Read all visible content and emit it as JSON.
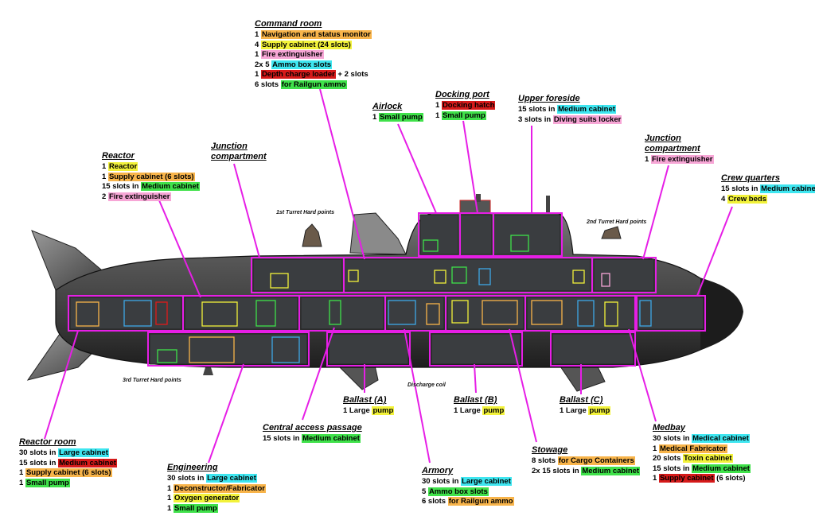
{
  "colors": {
    "leader": "#e61ee6",
    "hull_dark": "#2e2e2e",
    "hull_light": "#6a6a6a",
    "hl_orange": "#f8b44a",
    "hl_yellow": "#f2f23a",
    "hl_pink": "#f7a6d6",
    "hl_cyan": "#3ee6f0",
    "hl_red": "#d61a1a",
    "hl_green": "#3fe14a"
  },
  "labels": [
    {
      "id": "command-room",
      "title": "Command room",
      "lines": [
        {
          "pre": "1 ",
          "hl": "Navigation and status monitor",
          "color": "orange",
          "post": ""
        },
        {
          "pre": "4 ",
          "hl": "Supply cabinet (24 slots)",
          "color": "yellow",
          "post": ""
        },
        {
          "pre": "1 ",
          "hl": "Fire extinguisher",
          "color": "pink",
          "post": ""
        },
        {
          "pre": "2x 5 ",
          "hl": "Ammo box slots",
          "color": "cyan",
          "post": ""
        },
        {
          "pre": "1 ",
          "hl": "Depth charge loader",
          "color": "red",
          "post": " + 2 slots"
        },
        {
          "pre": "6 slots ",
          "hl": "for Railgun ammo",
          "color": "green",
          "post": ""
        }
      ]
    },
    {
      "id": "docking-port",
      "title": "Docking port",
      "lines": [
        {
          "pre": "1 ",
          "hl": "Docking hatch",
          "color": "red",
          "post": ""
        },
        {
          "pre": "1 ",
          "hl": "Small pump",
          "color": "green",
          "post": ""
        }
      ]
    },
    {
      "id": "airlock",
      "title": "Airlock",
      "lines": [
        {
          "pre": "1 ",
          "hl": "Small pump",
          "color": "green",
          "post": ""
        }
      ]
    },
    {
      "id": "upper-foreside",
      "title": "Upper foreside",
      "lines": [
        {
          "pre": "15 slots in ",
          "hl": "Medium cabinet",
          "color": "cyan",
          "post": ""
        },
        {
          "pre": "3 slots in ",
          "hl": "Diving suits locker",
          "color": "pink",
          "post": ""
        }
      ]
    },
    {
      "id": "junction-compartment-right",
      "title": "Junction compartment",
      "title_lines": [
        "Junction",
        "compartment"
      ],
      "lines": [
        {
          "pre": "1 ",
          "hl": "Fire extinguisher",
          "color": "pink",
          "post": ""
        }
      ]
    },
    {
      "id": "crew-quarters",
      "title": "Crew quarters",
      "lines": [
        {
          "pre": "15 slots in ",
          "hl": "Medium cabinet",
          "color": "cyan",
          "post": ""
        },
        {
          "pre": "4 ",
          "hl": "Crew beds",
          "color": "yellow",
          "post": ""
        }
      ]
    },
    {
      "id": "reactor",
      "title": "Reactor",
      "lines": [
        {
          "pre": "1 ",
          "hl": "Reactor",
          "color": "yellow",
          "post": ""
        },
        {
          "pre": "1 ",
          "hl": "Supply cabinet (6 slots)",
          "color": "orange",
          "post": ""
        },
        {
          "pre": "15 slots in ",
          "hl": "Medium cabinet",
          "color": "green",
          "post": ""
        },
        {
          "pre": "2 ",
          "hl": "Fire extinguisher",
          "color": "pink",
          "post": ""
        }
      ]
    },
    {
      "id": "junction-compartment-left",
      "title": "Junction compartment",
      "title_lines": [
        "Junction",
        "compartment"
      ],
      "lines": []
    },
    {
      "id": "reactor-room",
      "title": "Reactor room",
      "lines": [
        {
          "pre": "30 slots in ",
          "hl": "Large cabinet",
          "color": "cyan",
          "post": ""
        },
        {
          "pre": "15 slots in ",
          "hl": "Medium cabinet",
          "color": "red",
          "post": ""
        },
        {
          "pre": "1 ",
          "hl": "Supply cabinet (6 slots)",
          "color": "orange",
          "post": ""
        },
        {
          "pre": "1 ",
          "hl": "Small pump",
          "color": "green",
          "post": ""
        }
      ]
    },
    {
      "id": "engineering",
      "title": "Engineering",
      "lines": [
        {
          "pre": "30 slots in ",
          "hl": "Large cabinet",
          "color": "cyan",
          "post": ""
        },
        {
          "pre": "1 ",
          "hl": "Deconstructor/Fabricator",
          "color": "orange",
          "post": ""
        },
        {
          "pre": "1 ",
          "hl": "Oxygen generator",
          "color": "yellow",
          "post": ""
        },
        {
          "pre": "1 ",
          "hl": "Small pump",
          "color": "green",
          "post": ""
        }
      ]
    },
    {
      "id": "central-access-passage",
      "title": "Central access passage",
      "lines": [
        {
          "pre": "15 slots in ",
          "hl": "Medium cabinet",
          "color": "green",
          "post": ""
        }
      ]
    },
    {
      "id": "ballast-a",
      "title": "Ballast (A)",
      "lines": [
        {
          "pre": "1 Large ",
          "hl": "pump",
          "color": "yellow",
          "post": ""
        }
      ]
    },
    {
      "id": "ballast-b",
      "title": "Ballast (B)",
      "lines": [
        {
          "pre": "1 Large ",
          "hl": "pump",
          "color": "yellow",
          "post": ""
        }
      ]
    },
    {
      "id": "ballast-c",
      "title": "Ballast (C)",
      "lines": [
        {
          "pre": "1 Large ",
          "hl": "pump",
          "color": "yellow",
          "post": ""
        }
      ]
    },
    {
      "id": "armory",
      "title": "Armory",
      "lines": [
        {
          "pre": "30 slots in ",
          "hl": "Large cabinet",
          "color": "cyan",
          "post": ""
        },
        {
          "pre": "5 ",
          "hl": "Ammo box slots",
          "color": "green",
          "post": ""
        },
        {
          "pre": "6 slots ",
          "hl": "for Railgun ammo",
          "color": "orange",
          "post": ""
        }
      ]
    },
    {
      "id": "stowage",
      "title": "Stowage",
      "lines": [
        {
          "pre": "8 slots ",
          "hl": "for Cargo Containers",
          "color": "orange",
          "post": ""
        },
        {
          "pre": "2x 15 slots in ",
          "hl": "Medium cabinet",
          "color": "green",
          "post": ""
        }
      ]
    },
    {
      "id": "medbay",
      "title": "Medbay",
      "lines": [
        {
          "pre": "30 slots in ",
          "hl": "Medical cabinet",
          "color": "cyan",
          "post": ""
        },
        {
          "pre": "1 ",
          "hl": "Medical Fabricator",
          "color": "orange",
          "post": ""
        },
        {
          "pre": "20 slots ",
          "hl": "Toxin cabinet",
          "color": "yellow",
          "post": ""
        },
        {
          "pre": "15 slots in ",
          "hl": "Medium cabinet",
          "color": "green",
          "post": ""
        },
        {
          "pre": "1 ",
          "hl": "Supply cabinet",
          "color": "red",
          "post": " (6 slots)"
        }
      ]
    }
  ],
  "annotations": {
    "turret1": "1st Turret Hard points",
    "turret2": "2nd Turret Hard points",
    "turret3": "3rd Turret Hard points",
    "discharge": "Discharge coil"
  }
}
